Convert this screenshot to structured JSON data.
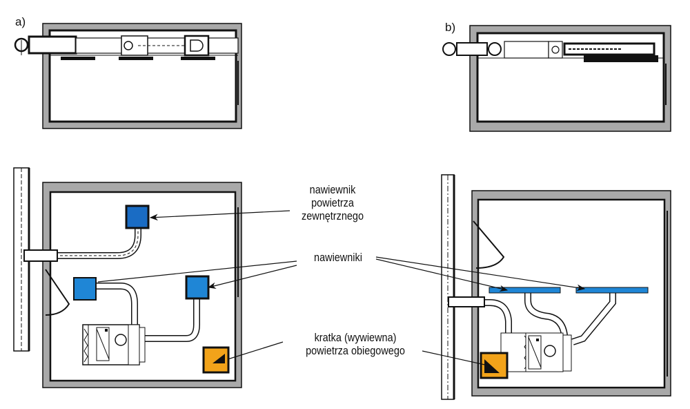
{
  "panels": {
    "a": {
      "label": "a)"
    },
    "b": {
      "label": "b)"
    }
  },
  "annotations": {
    "outdoor_air_inlet": [
      "nawiewnik",
      "powietrza",
      "zewnętrznego"
    ],
    "supply_diffusers": "nawiewniki",
    "return_grille": [
      "kratka (wywiewna)",
      "powietrza obiegowego"
    ]
  },
  "colors": {
    "wall_gray": "#a9a9a9",
    "diffuser_blue": "#1f86d6",
    "diffuser_dark_blue": "#1a6cc4",
    "grille_orange": "#f2a31a",
    "line": "#111111"
  }
}
